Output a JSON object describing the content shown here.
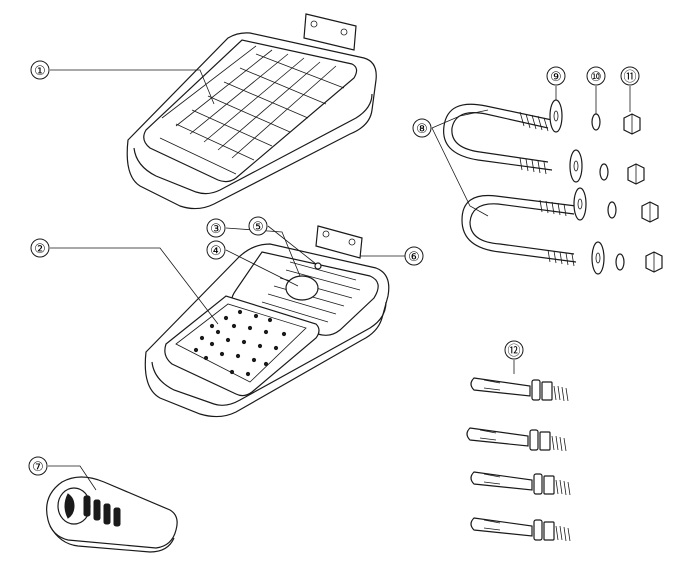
{
  "callouts": [
    {
      "id": "1",
      "label": "①"
    },
    {
      "id": "2",
      "label": "②"
    },
    {
      "id": "3",
      "label": "③"
    },
    {
      "id": "4",
      "label": "④"
    },
    {
      "id": "5",
      "label": "⑤"
    },
    {
      "id": "6",
      "label": "⑥"
    },
    {
      "id": "7",
      "label": "⑦"
    },
    {
      "id": "8",
      "label": "⑧"
    },
    {
      "id": "9",
      "label": "⑨"
    },
    {
      "id": "10",
      "label": "⑩"
    },
    {
      "id": "11",
      "label": "⑪"
    },
    {
      "id": "12",
      "label": "⑫"
    }
  ],
  "colors": {
    "line": "#1a1a1a",
    "background": "#ffffff"
  }
}
